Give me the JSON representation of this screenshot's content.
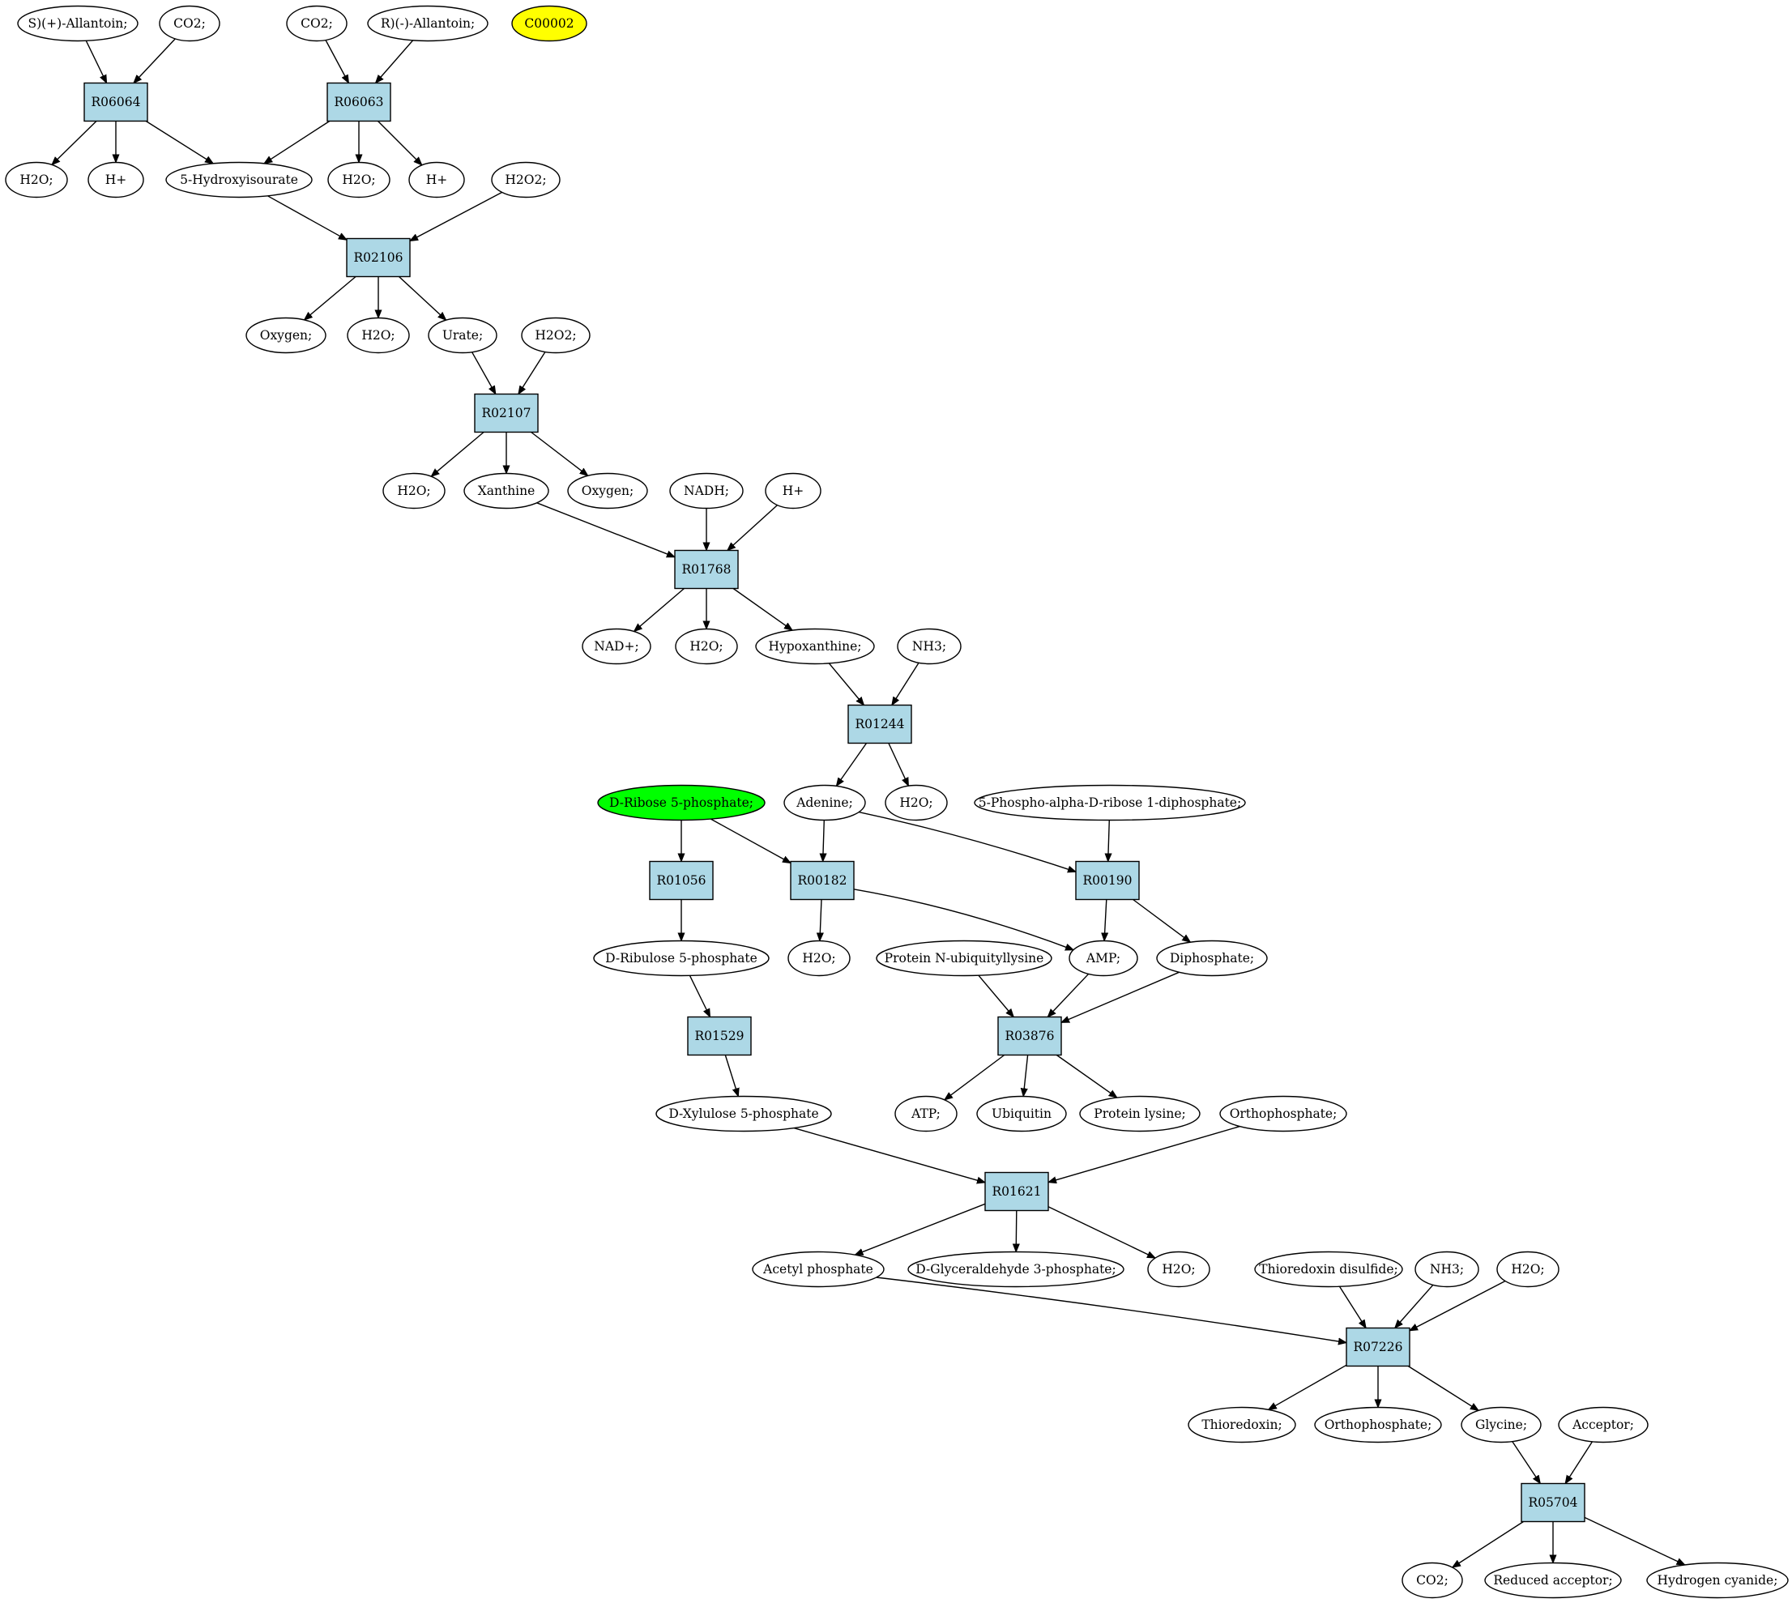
{
  "colors": {
    "reaction_fill": "#add8e6",
    "compound_fill": "#ffffff",
    "stroke": "#000000",
    "highlight_yellow": "#ffff00",
    "highlight_green": "#00ff00"
  },
  "nodes": [
    {
      "id": "n_s_allantoin",
      "label": "S)(+)-Allantoin;",
      "kind": "compound"
    },
    {
      "id": "n_co2_a",
      "label": "CO2;",
      "kind": "compound"
    },
    {
      "id": "n_co2_b",
      "label": "CO2;",
      "kind": "compound"
    },
    {
      "id": "n_r_allantoin",
      "label": "R)(-)-Allantoin;",
      "kind": "compound"
    },
    {
      "id": "n_c00002",
      "label": "C00002",
      "kind": "compound",
      "fill": "#ffff00"
    },
    {
      "id": "r_06064",
      "label": "R06064",
      "kind": "reaction"
    },
    {
      "id": "r_06063",
      "label": "R06063",
      "kind": "reaction"
    },
    {
      "id": "n_h2o_1",
      "label": "H2O;",
      "kind": "compound"
    },
    {
      "id": "n_hplus_1",
      "label": "H+",
      "kind": "compound"
    },
    {
      "id": "n_5hydroxy",
      "label": "5-Hydroxyisourate",
      "kind": "compound"
    },
    {
      "id": "n_h2o_2",
      "label": "H2O;",
      "kind": "compound"
    },
    {
      "id": "n_hplus_2",
      "label": "H+",
      "kind": "compound"
    },
    {
      "id": "n_h2o2_1",
      "label": "H2O2;",
      "kind": "compound"
    },
    {
      "id": "r_02106",
      "label": "R02106",
      "kind": "reaction"
    },
    {
      "id": "n_oxygen_1",
      "label": "Oxygen;",
      "kind": "compound"
    },
    {
      "id": "n_h2o_3",
      "label": "H2O;",
      "kind": "compound"
    },
    {
      "id": "n_urate",
      "label": "Urate;",
      "kind": "compound"
    },
    {
      "id": "n_h2o2_2",
      "label": "H2O2;",
      "kind": "compound"
    },
    {
      "id": "r_02107",
      "label": "R02107",
      "kind": "reaction"
    },
    {
      "id": "n_h2o_4",
      "label": "H2O;",
      "kind": "compound"
    },
    {
      "id": "n_xanthine",
      "label": "Xanthine",
      "kind": "compound"
    },
    {
      "id": "n_oxygen_2",
      "label": "Oxygen;",
      "kind": "compound"
    },
    {
      "id": "n_nadh",
      "label": "NADH;",
      "kind": "compound"
    },
    {
      "id": "n_hplus_3",
      "label": "H+",
      "kind": "compound"
    },
    {
      "id": "r_01768",
      "label": "R01768",
      "kind": "reaction"
    },
    {
      "id": "n_nadplus",
      "label": "NAD+;",
      "kind": "compound"
    },
    {
      "id": "n_h2o_5",
      "label": "H2O;",
      "kind": "compound"
    },
    {
      "id": "n_hypoxanthine",
      "label": "Hypoxanthine;",
      "kind": "compound"
    },
    {
      "id": "n_nh3_1",
      "label": "NH3;",
      "kind": "compound"
    },
    {
      "id": "r_01244",
      "label": "R01244",
      "kind": "reaction"
    },
    {
      "id": "n_ribose5p",
      "label": "D-Ribose 5-phosphate;",
      "kind": "compound",
      "fill": "#00ff00"
    },
    {
      "id": "n_adenine",
      "label": "Adenine;",
      "kind": "compound"
    },
    {
      "id": "n_h2o_6",
      "label": "H2O;",
      "kind": "compound"
    },
    {
      "id": "n_prpp",
      "label": "5-Phospho-alpha-D-ribose 1-diphosphate;",
      "kind": "compound"
    },
    {
      "id": "r_01056",
      "label": "R01056",
      "kind": "reaction"
    },
    {
      "id": "r_00182",
      "label": "R00182",
      "kind": "reaction"
    },
    {
      "id": "r_00190",
      "label": "R00190",
      "kind": "reaction"
    },
    {
      "id": "n_ribulose5p",
      "label": "D-Ribulose 5-phosphate",
      "kind": "compound"
    },
    {
      "id": "n_h2o_7",
      "label": "H2O;",
      "kind": "compound"
    },
    {
      "id": "n_prot_ubiq",
      "label": "Protein N-ubiquityllysine",
      "kind": "compound"
    },
    {
      "id": "n_amp",
      "label": "AMP;",
      "kind": "compound"
    },
    {
      "id": "n_diphosphate",
      "label": "Diphosphate;",
      "kind": "compound"
    },
    {
      "id": "r_01529",
      "label": "R01529",
      "kind": "reaction"
    },
    {
      "id": "r_03876",
      "label": "R03876",
      "kind": "reaction"
    },
    {
      "id": "n_xylulose5p",
      "label": "D-Xylulose 5-phosphate",
      "kind": "compound"
    },
    {
      "id": "n_atp",
      "label": "ATP;",
      "kind": "compound"
    },
    {
      "id": "n_ubiquitin",
      "label": "Ubiquitin",
      "kind": "compound"
    },
    {
      "id": "n_prot_lysine",
      "label": "Protein lysine;",
      "kind": "compound"
    },
    {
      "id": "n_orthophos_1",
      "label": "Orthophosphate;",
      "kind": "compound"
    },
    {
      "id": "r_01621",
      "label": "R01621",
      "kind": "reaction"
    },
    {
      "id": "n_acetylphos",
      "label": "Acetyl phosphate",
      "kind": "compound"
    },
    {
      "id": "n_g3p",
      "label": "D-Glyceraldehyde 3-phosphate;",
      "kind": "compound"
    },
    {
      "id": "n_h2o_8",
      "label": "H2O;",
      "kind": "compound"
    },
    {
      "id": "n_thio_disulf",
      "label": "Thioredoxin disulfide;",
      "kind": "compound"
    },
    {
      "id": "n_nh3_2",
      "label": "NH3;",
      "kind": "compound"
    },
    {
      "id": "n_h2o_9",
      "label": "H2O;",
      "kind": "compound"
    },
    {
      "id": "r_07226",
      "label": "R07226",
      "kind": "reaction"
    },
    {
      "id": "n_thioredoxin",
      "label": "Thioredoxin;",
      "kind": "compound"
    },
    {
      "id": "n_orthophos_2",
      "label": "Orthophosphate;",
      "kind": "compound"
    },
    {
      "id": "n_glycine",
      "label": "Glycine;",
      "kind": "compound"
    },
    {
      "id": "n_acceptor",
      "label": "Acceptor;",
      "kind": "compound"
    },
    {
      "id": "r_05704",
      "label": "R05704",
      "kind": "reaction"
    },
    {
      "id": "n_co2_c",
      "label": "CO2;",
      "kind": "compound"
    },
    {
      "id": "n_reduced_acc",
      "label": "Reduced acceptor;",
      "kind": "compound"
    },
    {
      "id": "n_hcn",
      "label": "Hydrogen cyanide;",
      "kind": "compound"
    }
  ],
  "edges": [
    [
      "n_s_allantoin",
      "r_06064"
    ],
    [
      "n_co2_a",
      "r_06064"
    ],
    [
      "n_co2_b",
      "r_06063"
    ],
    [
      "n_r_allantoin",
      "r_06063"
    ],
    [
      "r_06064",
      "n_h2o_1"
    ],
    [
      "r_06064",
      "n_hplus_1"
    ],
    [
      "r_06064",
      "n_5hydroxy"
    ],
    [
      "r_06063",
      "n_5hydroxy"
    ],
    [
      "r_06063",
      "n_h2o_2"
    ],
    [
      "r_06063",
      "n_hplus_2"
    ],
    [
      "n_5hydroxy",
      "r_02106"
    ],
    [
      "n_h2o2_1",
      "r_02106"
    ],
    [
      "r_02106",
      "n_oxygen_1"
    ],
    [
      "r_02106",
      "n_h2o_3"
    ],
    [
      "r_02106",
      "n_urate"
    ],
    [
      "n_urate",
      "r_02107"
    ],
    [
      "n_h2o2_2",
      "r_02107"
    ],
    [
      "r_02107",
      "n_h2o_4"
    ],
    [
      "r_02107",
      "n_xanthine"
    ],
    [
      "r_02107",
      "n_oxygen_2"
    ],
    [
      "n_xanthine",
      "r_01768"
    ],
    [
      "n_nadh",
      "r_01768"
    ],
    [
      "n_hplus_3",
      "r_01768"
    ],
    [
      "r_01768",
      "n_nadplus"
    ],
    [
      "r_01768",
      "n_h2o_5"
    ],
    [
      "r_01768",
      "n_hypoxanthine"
    ],
    [
      "n_hypoxanthine",
      "r_01244"
    ],
    [
      "n_nh3_1",
      "r_01244"
    ],
    [
      "r_01244",
      "n_adenine"
    ],
    [
      "r_01244",
      "n_h2o_6"
    ],
    [
      "n_ribose5p",
      "r_01056"
    ],
    [
      "n_ribose5p",
      "r_00182"
    ],
    [
      "n_adenine",
      "r_00182"
    ],
    [
      "n_adenine",
      "r_00190"
    ],
    [
      "n_prpp",
      "r_00190"
    ],
    [
      "r_01056",
      "n_ribulose5p"
    ],
    [
      "r_00182",
      "n_h2o_7"
    ],
    [
      "r_00182",
      "n_amp"
    ],
    [
      "r_00190",
      "n_amp"
    ],
    [
      "r_00190",
      "n_diphosphate"
    ],
    [
      "n_ribulose5p",
      "r_01529"
    ],
    [
      "n_prot_ubiq",
      "r_03876"
    ],
    [
      "n_amp",
      "r_03876"
    ],
    [
      "n_diphosphate",
      "r_03876"
    ],
    [
      "r_01529",
      "n_xylulose5p"
    ],
    [
      "r_03876",
      "n_atp"
    ],
    [
      "r_03876",
      "n_ubiquitin"
    ],
    [
      "r_03876",
      "n_prot_lysine"
    ],
    [
      "n_xylulose5p",
      "r_01621"
    ],
    [
      "n_orthophos_1",
      "r_01621"
    ],
    [
      "r_01621",
      "n_acetylphos"
    ],
    [
      "r_01621",
      "n_g3p"
    ],
    [
      "r_01621",
      "n_h2o_8"
    ],
    [
      "n_acetylphos",
      "r_07226"
    ],
    [
      "n_thio_disulf",
      "r_07226"
    ],
    [
      "n_nh3_2",
      "r_07226"
    ],
    [
      "n_h2o_9",
      "r_07226"
    ],
    [
      "r_07226",
      "n_thioredoxin"
    ],
    [
      "r_07226",
      "n_orthophos_2"
    ],
    [
      "r_07226",
      "n_glycine"
    ],
    [
      "n_glycine",
      "r_05704"
    ],
    [
      "n_acceptor",
      "r_05704"
    ],
    [
      "r_05704",
      "n_co2_c"
    ],
    [
      "r_05704",
      "n_reduced_acc"
    ],
    [
      "r_05704",
      "n_hcn"
    ]
  ]
}
